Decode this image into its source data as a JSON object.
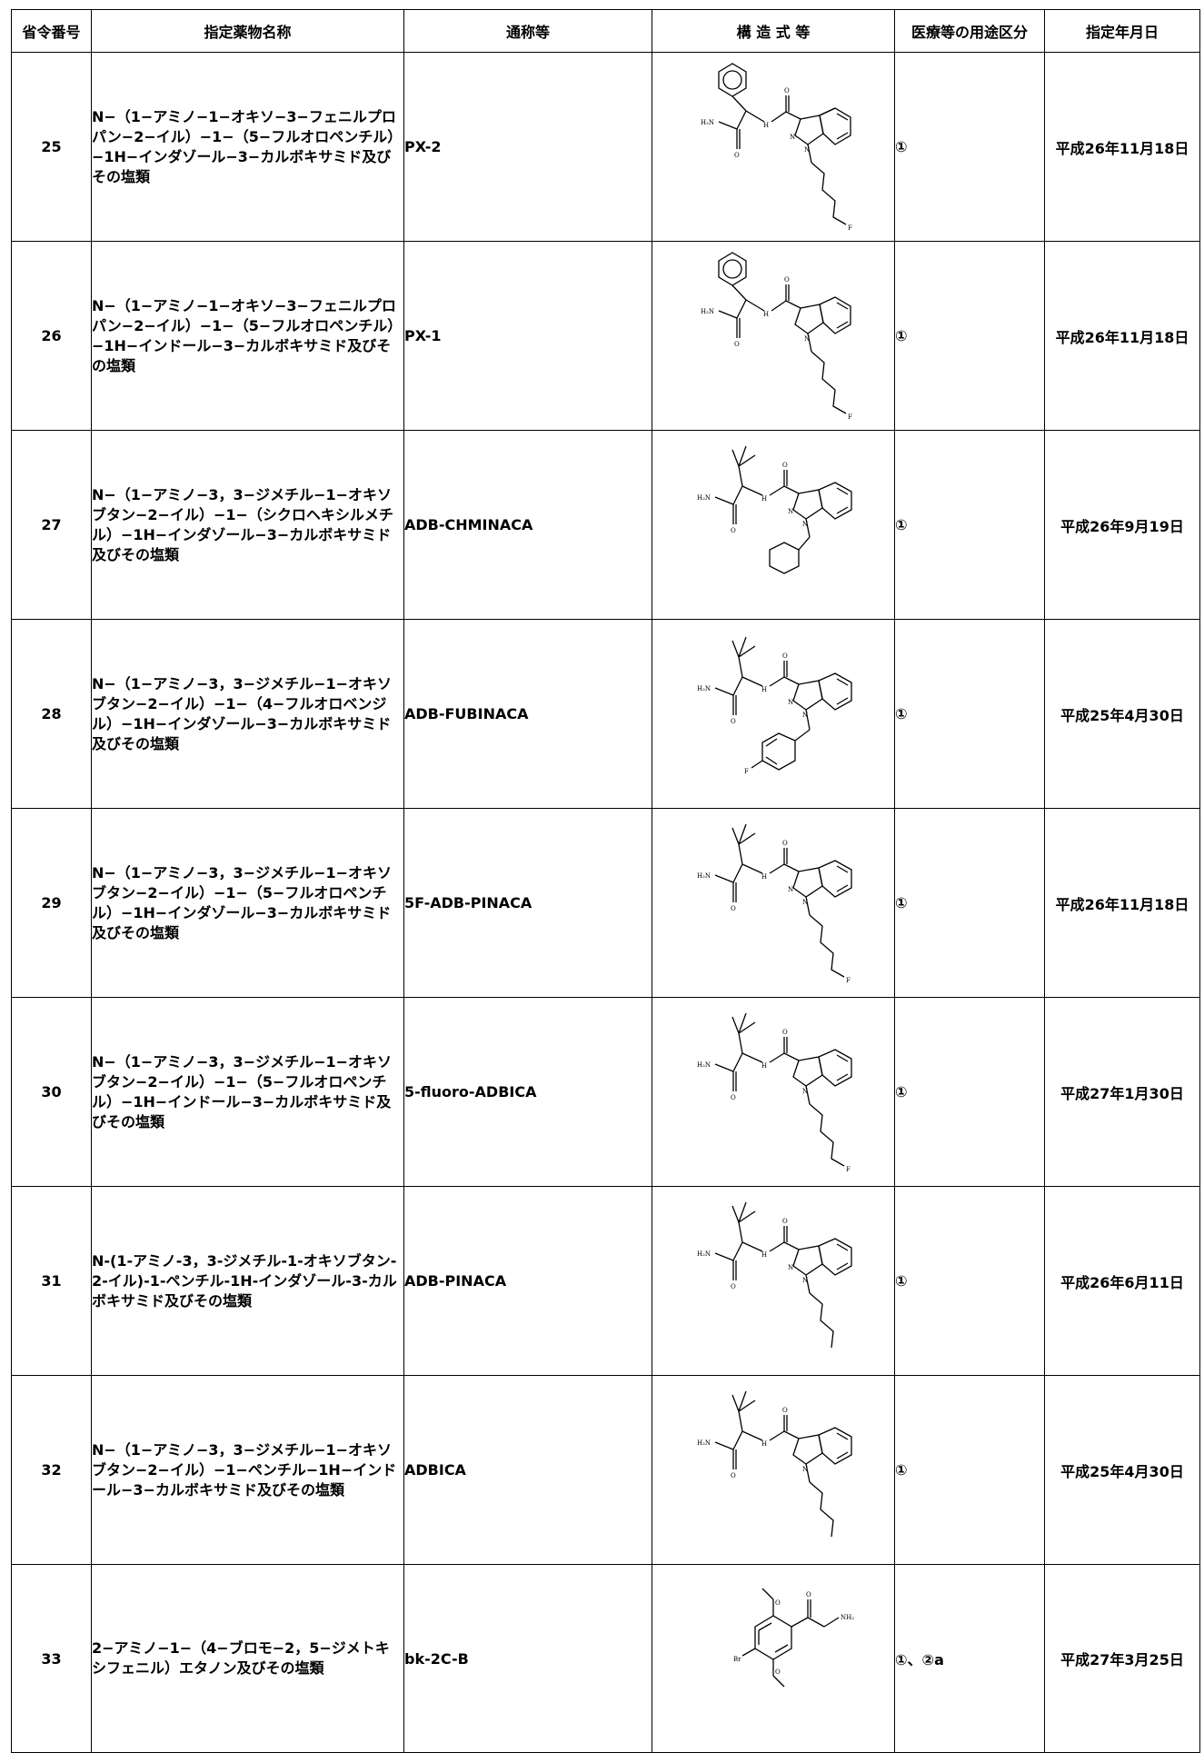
{
  "header": {
    "col_number": "省令番号",
    "col_name": "指定薬物名称",
    "col_common": "通称等",
    "col_structure": "構 造 式 等",
    "col_use": "医療等の用途区分",
    "col_date": "指定年月日"
  },
  "atoms": {
    "h2n": "H₂N",
    "h": "H",
    "o": "O",
    "n": "N",
    "f": "F",
    "br": "Br",
    "nh2": "NH₂"
  },
  "rows": [
    {
      "number": "25",
      "name": "N−（1−アミノ−1−オキソ−3−フェニルプロパン−2−イル）−1−（5−フルオロペンチル）−1H−インダゾール−3−カルボキサミド及びその塩類",
      "common": "PX-2",
      "use": "①",
      "date": "平成26年11月18日",
      "structure_icon": "px-2-structure-icon"
    },
    {
      "number": "26",
      "name": "N−（1−アミノ−1−オキソ−3−フェニルプロパン−2−イル）−1−（5−フルオロペンチル）−1H−インドール−3−カルボキサミド及びその塩類",
      "common": "PX-1",
      "use": "①",
      "date": "平成26年11月18日",
      "structure_icon": "px-1-structure-icon"
    },
    {
      "number": "27",
      "name": "N−（1−アミノ−3，3−ジメチル−1−オキソブタン−2−イル）−1−（シクロヘキシルメチル）−1H−インダゾール−3−カルボキサミド及びその塩類",
      "common": "ADB-CHMINACA",
      "use": "①",
      "date": "平成26年9月19日",
      "structure_icon": "adb-chminaca-structure-icon"
    },
    {
      "number": "28",
      "name": "N−（1−アミノ−3，3−ジメチル−1−オキソブタン−2−イル）−1−（4−フルオロベンジル）−1H−インダゾール−3−カルボキサミド及びその塩類",
      "common": "ADB-FUBINACA",
      "use": "①",
      "date": "平成25年4月30日",
      "structure_icon": "adb-fubinaca-structure-icon"
    },
    {
      "number": "29",
      "name": "N−（1−アミノ−3，3−ジメチル−1−オキソブタン−2−イル）−1−（5−フルオロペンチル）−1H−インダゾール−3−カルボキサミド及びその塩類",
      "common": "5F-ADB-PINACA",
      "use": "①",
      "date": "平成26年11月18日",
      "structure_icon": "5f-adb-pinaca-structure-icon"
    },
    {
      "number": "30",
      "name": "N−（1−アミノ−3，3−ジメチル−1−オキソブタン−2−イル）−1−（5−フルオロペンチル）−1H−インドール−3−カルボキサミド及びその塩類",
      "common": "5-fluoro-ADBICA",
      "use": "①",
      "date": "平成27年1月30日",
      "structure_icon": "5-fluoro-adbica-structure-icon"
    },
    {
      "number": "31",
      "name": "N-(1-アミノ-3，3-ジメチル-1-オキソブタン-2-イル)-1-ペンチル-1H-インダゾール-3-カルボキサミド及びその塩類",
      "common": "ADB-PINACA",
      "use": "①",
      "date": "平成26年6月11日",
      "structure_icon": "adb-pinaca-structure-icon"
    },
    {
      "number": "32",
      "name": "N−（1−アミノ−3，3−ジメチル−1−オキソブタン−2−イル）−1−ペンチル−1H−インドール−3−カルボキサミド及びその塩類",
      "common": "ADBICA",
      "use": "①",
      "date": "平成25年4月30日",
      "structure_icon": "adbica-structure-icon"
    },
    {
      "number": "33",
      "name": "2−アミノ−1−（4−ブロモ−2，5−ジメトキシフェニル）エタノン及びその塩類",
      "common": "bk-2C-B",
      "use": "①、②a",
      "date": "平成27年3月25日",
      "structure_icon": "bk-2c-b-structure-icon"
    }
  ]
}
